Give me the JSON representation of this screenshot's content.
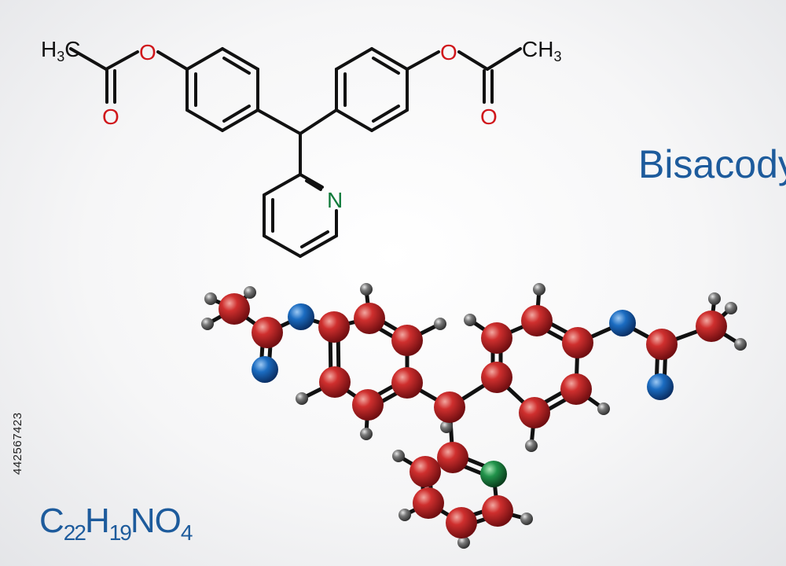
{
  "title": "Bisacodyl",
  "formula": {
    "parts": [
      {
        "el": "C",
        "n": "22"
      },
      {
        "el": "H",
        "n": "19"
      },
      {
        "el": "N",
        "n": ""
      },
      {
        "el": "O",
        "n": "4"
      }
    ]
  },
  "stock_id": "442567423",
  "labels": {
    "methyl_left": "H3C",
    "methyl_right": "CH3",
    "oxygen": "O",
    "nitrogen": "N"
  },
  "colors": {
    "title": "#1d5b9c",
    "oxygen_label": "#d0161b",
    "nitrogen_label": "#0f7a3a",
    "carbon_atom": "#c8262b",
    "hydrogen_atom": "#6f6f6f",
    "oxygen_atom": "#1a66b8",
    "nitrogen_atom": "#1f8a45"
  }
}
